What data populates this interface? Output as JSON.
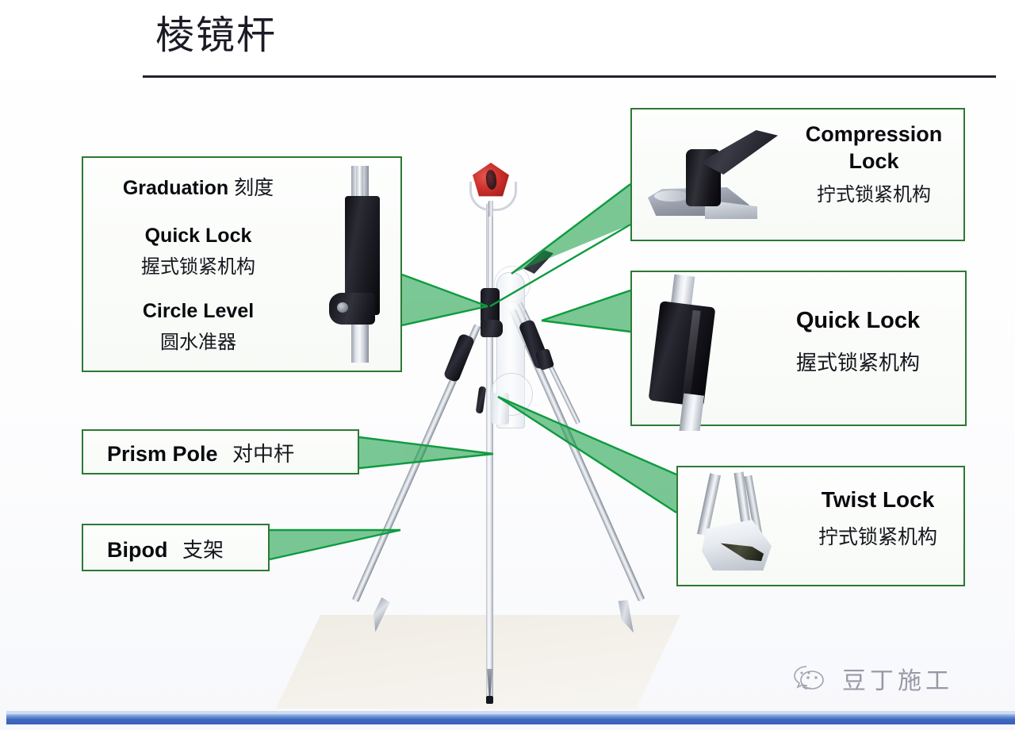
{
  "slide": {
    "title": "棱镜杆",
    "accent_green": "#2b7a34",
    "leader_green": "#0f9b3f",
    "footer_blue": "#3f68c0",
    "text_color": "#0a0a0f"
  },
  "callouts": {
    "left_stack": {
      "name": "graduation-quicklock-circlelevel",
      "lines": [
        {
          "en": "Graduation",
          "cn": "刻度"
        },
        {
          "en": "Quick Lock",
          "cn": "握式锁紧机构"
        },
        {
          "en": "Circle Level",
          "cn": "圆水准器"
        }
      ],
      "photo_label": "quick-lock-clamp-photo"
    },
    "compression_lock": {
      "en": "Compression Lock",
      "en_line1": "Compression",
      "en_line2": "Lock",
      "cn": "拧式锁紧机构",
      "photo_label": "compression-lock-photo"
    },
    "quick_lock": {
      "en": "Quick Lock",
      "cn": "握式锁紧机构",
      "photo_label": "quick-lock-grip-photo"
    },
    "twist_lock": {
      "en": "Twist Lock",
      "cn": "拧式锁紧机构",
      "photo_label": "twist-lock-photo"
    },
    "prism_pole": {
      "en": "Prism Pole",
      "cn": "对中杆"
    },
    "bipod": {
      "en": "Bipod",
      "cn": "支架"
    }
  },
  "photo": {
    "subject": "prism-pole-with-bipod",
    "parts": [
      "red-prism-head",
      "telescopic-pole",
      "circular-level-vial",
      "quick-lock-collar",
      "compression-lock-lever",
      "bipod-legs",
      "twist-lock-joint",
      "pole-tip-point",
      "ground-plane"
    ]
  },
  "watermark": {
    "text": "豆丁施工",
    "icon": "wechat-icon"
  }
}
